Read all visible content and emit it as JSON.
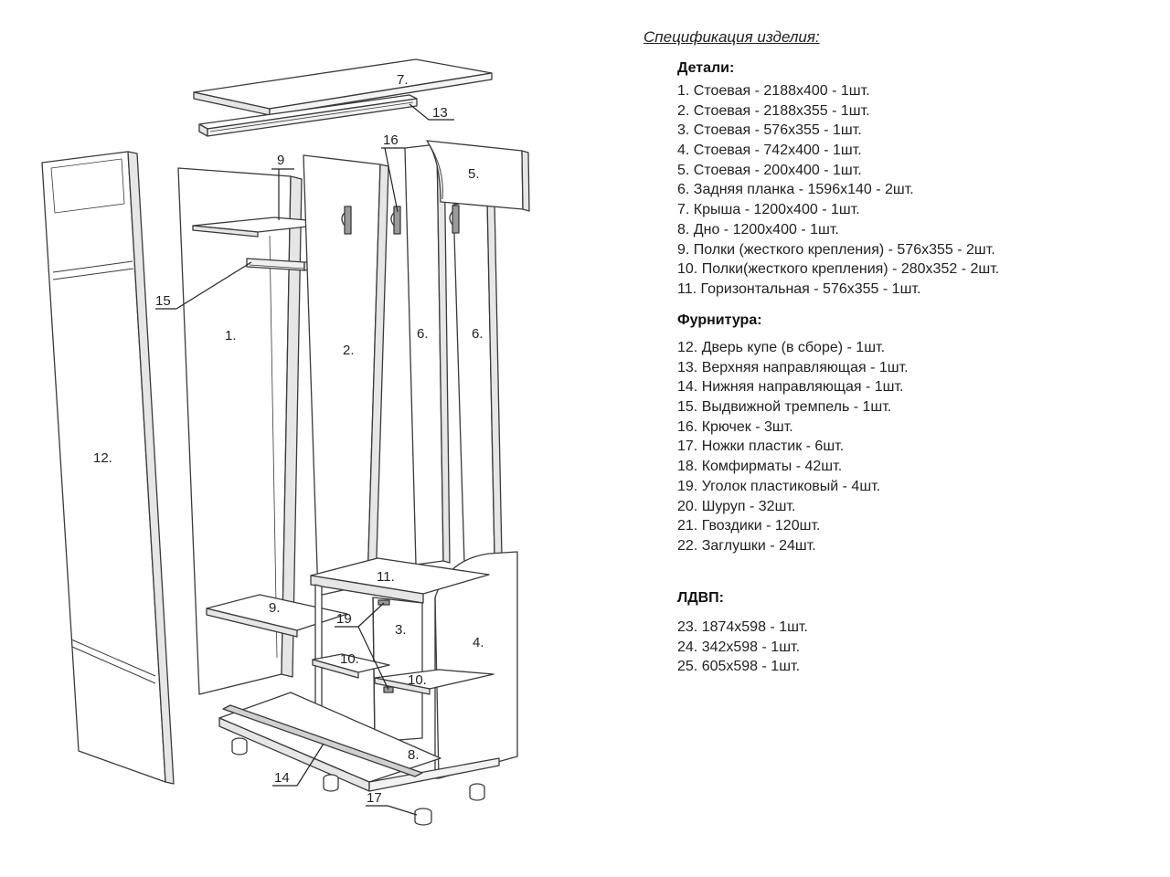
{
  "spec": {
    "title": "Спецификация изделия:",
    "sections": [
      {
        "heading": "Детали:",
        "items": [
          "1. Стоевая - 2188х400 - 1шт.",
          "2. Стоевая - 2188х355 - 1шт.",
          "3. Стоевая - 576х355 - 1шт.",
          "4. Стоевая - 742х400 - 1шт.",
          "5. Стоевая - 200х400 - 1шт.",
          "6. Задняя планка - 1596х140 - 2шт.",
          "7. Крыша - 1200х400 - 1шт.",
          "8. Дно - 1200х400 - 1шт.",
          "9. Полки (жесткого крепления) - 576х355 - 2шт.",
          "10. Полки(жесткого крепления) - 280х352 - 2шт.",
          "11. Горизонтальная - 576х355 - 1шт."
        ]
      },
      {
        "heading": "Фурнитура:",
        "items": [
          "12. Дверь купе (в сборе) - 1шт.",
          "13. Верхняя направляющая - 1шт.",
          "14. Нижняя направляющая - 1шт.",
          "15. Выдвижной тремпель - 1шт.",
          "16. Крючек - 3шт.",
          "17. Ножки пластик - 6шт.",
          "18. Комфирматы - 42шт.",
          "19. Уголок пластиковый - 4шт.",
          "20. Шуруп - 32шт.",
          "21. Гвоздики - 120шт.",
          "22. Заглушки - 24шт."
        ]
      },
      {
        "heading": "ЛДВП:",
        "items": [
          "23. 1874х598 - 1шт.",
          "24. 342х598 - 1шт.",
          "25. 605х598 - 1шт."
        ]
      }
    ]
  },
  "diagram": {
    "part_labels": {
      "p12": "12.",
      "p1": "1.",
      "p2": "2.",
      "p6a": "6.",
      "p6b": "6.",
      "p5": "5.",
      "p7": "7.",
      "p11": "11.",
      "p9": "9.",
      "p3": "3.",
      "p4": "4.",
      "p10a": "10.",
      "p10b": "10.",
      "p8": "8."
    },
    "callouts": {
      "c9": "9",
      "c13": "13",
      "c16": "16",
      "c15": "15",
      "c19": "19",
      "c14": "14",
      "c17": "17"
    }
  },
  "colors": {
    "line": "#3a3a3a",
    "fill": "#ffffff",
    "shade": "#e6e6e6"
  }
}
